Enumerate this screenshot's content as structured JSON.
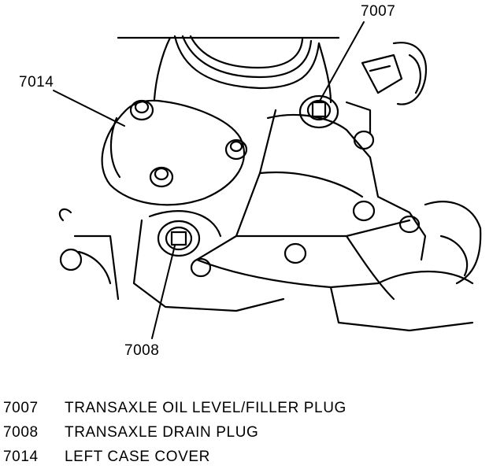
{
  "callouts": {
    "c7007": "7007",
    "c7014": "7014",
    "c7008": "7008"
  },
  "legend": [
    {
      "code": "7007",
      "text": "TRANSAXLE OIL LEVEL/FILLER PLUG"
    },
    {
      "code": "7008",
      "text": "TRANSAXLE DRAIN PLUG"
    },
    {
      "code": "7014",
      "text": "LEFT CASE COVER"
    }
  ],
  "colors": {
    "ink": "#000000",
    "paper": "#ffffff"
  }
}
